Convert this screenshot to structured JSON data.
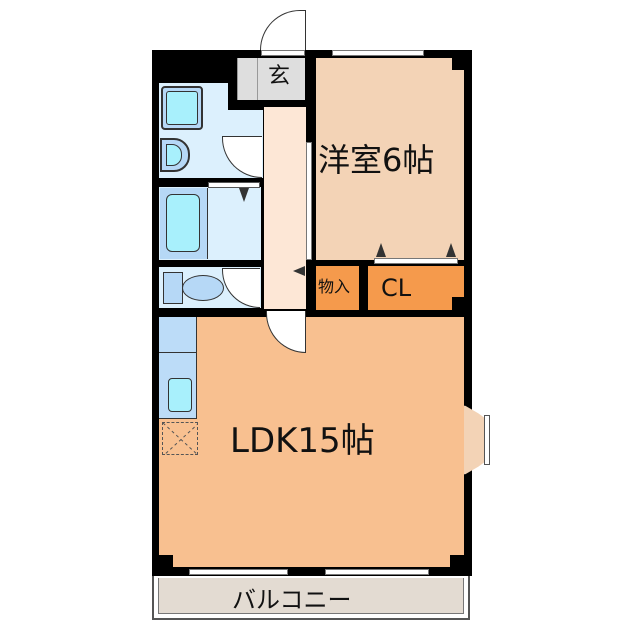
{
  "floorplan": {
    "rooms": {
      "entrance": {
        "label": "玄",
        "color": "#dedede"
      },
      "western_room": {
        "label": "洋室6帖",
        "color": "#f3d3b6"
      },
      "storage": {
        "label": "物入",
        "color": "#f59a4c"
      },
      "closet": {
        "label": "CL",
        "color": "#f59a4c"
      },
      "ldk": {
        "label": "LDK15帖",
        "color": "#f8c090"
      },
      "balcony": {
        "label": "バルコニー",
        "color": "#e3dbd2"
      },
      "hallway": {
        "color": "#fde7d6"
      },
      "washroom": {
        "color": "#dcf0fd"
      },
      "bathroom": {
        "color": "#dcf0fd"
      },
      "toilet": {
        "color": "#dcf0fd"
      },
      "kitchen_counter": {
        "color": "#bcdcf8"
      }
    },
    "colors": {
      "wall": "#000000",
      "fixture_fill": "#a8f0fc",
      "fixture_blue": "#b6d8f6"
    }
  }
}
